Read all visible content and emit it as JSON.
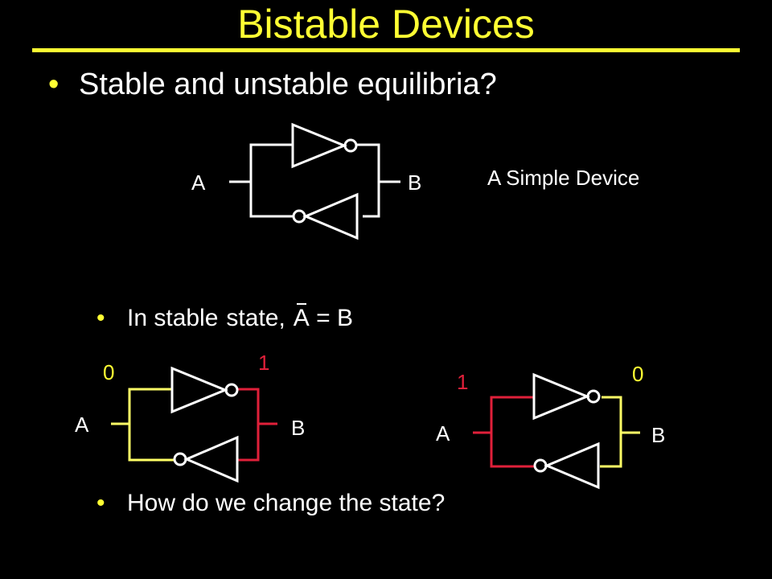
{
  "slide": {
    "title": "Bistable Devices",
    "bullets": {
      "main": "Stable and unstable equilibria?",
      "stable_prefix": "In stable",
      "stable_middle": "state,",
      "stable_a": "A",
      "stable_suffix": "= B",
      "change": "How do we change the state?"
    },
    "caption": "A Simple Device",
    "circuits": {
      "simple": {
        "left_label": "A",
        "right_label": "B"
      },
      "state1": {
        "left_label": "A",
        "right_label": "B",
        "left_value": "0",
        "right_value": "1"
      },
      "state2": {
        "left_label": "A",
        "right_label": "B",
        "left_value": "1",
        "right_value": "0"
      }
    },
    "colors": {
      "title": "#ffff33",
      "low_wire": "#ffff66",
      "high_wire": "#e0203a",
      "logic_one": "#e0203a",
      "logic_zero": "#ffff33"
    }
  }
}
